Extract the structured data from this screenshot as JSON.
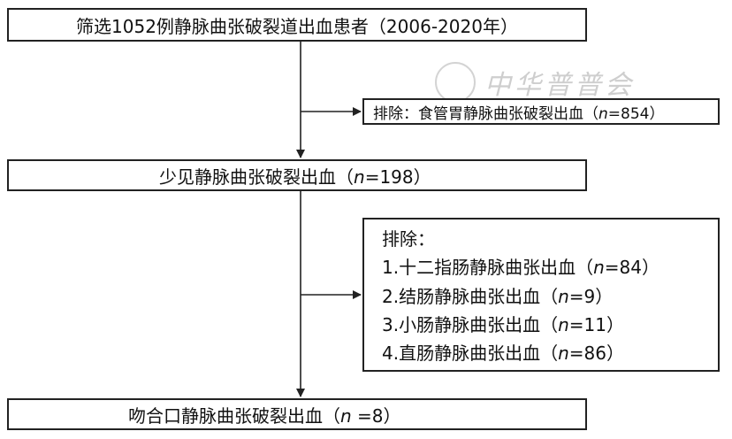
{
  "boxes": {
    "screening": "筛选1052例静脉曲张破裂道出血患者（2006-2020年）",
    "exclude_esophageal": {
      "prefix": "排除：食管胃静脉曲张破裂出血（",
      "n": "n",
      "rest": "=854）"
    },
    "rare": {
      "prefix": "少见静脉曲张破裂出血（",
      "n": "n",
      "rest": "=198）"
    },
    "exclude_rare": {
      "title": "排除：",
      "items": [
        {
          "prefix": "1.十二指肠静脉曲张出血（",
          "n": "n",
          "rest": "=84）"
        },
        {
          "prefix": "2.结肠静脉曲张出血（",
          "n": "n",
          "rest": "=9）"
        },
        {
          "prefix": "3.小肠静脉曲张出血（",
          "n": "n",
          "rest": "=11）"
        },
        {
          "prefix": "4.直肠静脉曲张出血（",
          "n": "n",
          "rest": "=86）"
        }
      ]
    },
    "anastomotic": {
      "prefix": "吻合口静脉曲张破裂出血（",
      "n": "n",
      "rest": " =8）"
    }
  },
  "watermark": {
    "text": "中华普普会",
    "icon": "seal-icon"
  }
}
